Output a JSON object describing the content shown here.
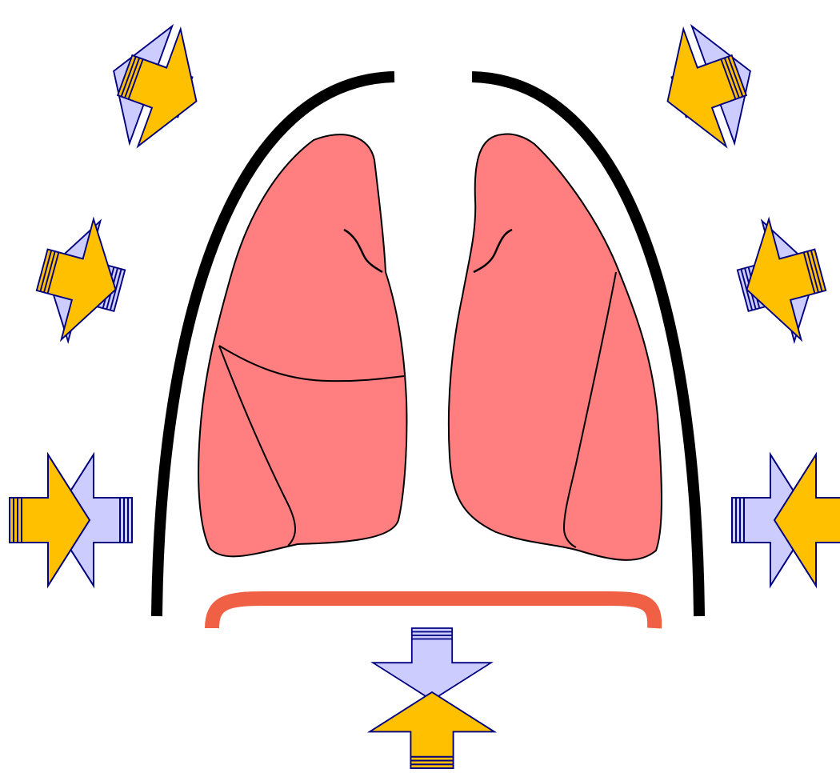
{
  "diagram": {
    "colors": {
      "background": "#ffffff",
      "lung_fill": "#ff7f80",
      "outline": "#000000",
      "rib_cage": "#000000",
      "diaphragm": "#f06045",
      "arrow_inward_fill": "#ffc000",
      "arrow_outward_fill": "#ccccff",
      "arrow_stroke": "#000080"
    },
    "lungs": [
      {
        "name": "right-lung",
        "lobes": 3
      },
      {
        "name": "left-lung",
        "lobes": 2
      }
    ],
    "arrow_pairs": [
      {
        "name": "upper-left",
        "inward": "yellow",
        "outward": "lavender"
      },
      {
        "name": "middle-left",
        "inward": "yellow",
        "outward": "lavender"
      },
      {
        "name": "lower-left",
        "inward": "yellow",
        "outward": "lavender"
      },
      {
        "name": "upper-right",
        "inward": "yellow",
        "outward": "lavender"
      },
      {
        "name": "middle-right",
        "inward": "yellow",
        "outward": "lavender"
      },
      {
        "name": "lower-right",
        "inward": "yellow",
        "outward": "lavender"
      },
      {
        "name": "bottom",
        "inward": "yellow",
        "outward": "lavender"
      }
    ]
  }
}
